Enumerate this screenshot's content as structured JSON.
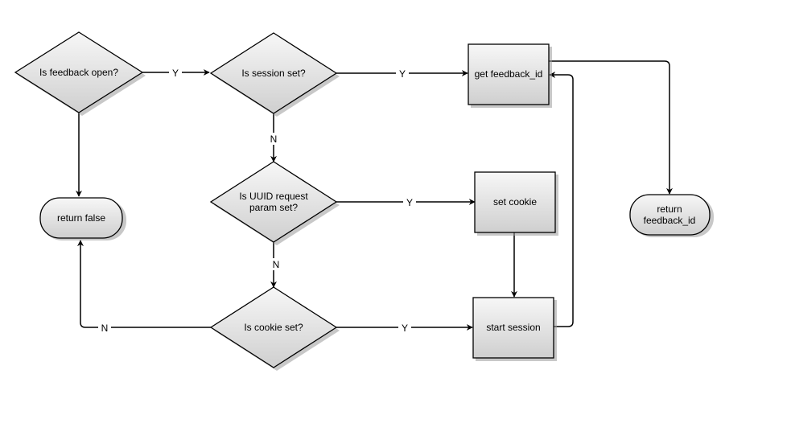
{
  "nodes": {
    "is_feedback_open": [
      "Is feedback open?"
    ],
    "is_session_set": [
      "Is session set?"
    ],
    "get_feedback_id": [
      "get feedback_id"
    ],
    "return_false": [
      "return false"
    ],
    "is_uuid_request_param_set": [
      "Is UUID request",
      "param set?"
    ],
    "set_cookie": [
      "set cookie"
    ],
    "return_feedback_id": [
      "return",
      "feedback_id"
    ],
    "is_cookie_set": [
      "Is cookie set?"
    ],
    "start_session": [
      "start session"
    ]
  },
  "edge_labels": {
    "feedback_open_yes": "Y",
    "session_set_yes": "Y",
    "session_set_no": "N",
    "uuid_param_yes": "Y",
    "uuid_param_no": "N",
    "cookie_set_yes": "Y",
    "cookie_set_no": "N"
  },
  "colors": {
    "fill_top": "#f7f7f7",
    "fill_bottom": "#cfcfcf",
    "stroke": "#000000",
    "shadow": "#999999"
  }
}
